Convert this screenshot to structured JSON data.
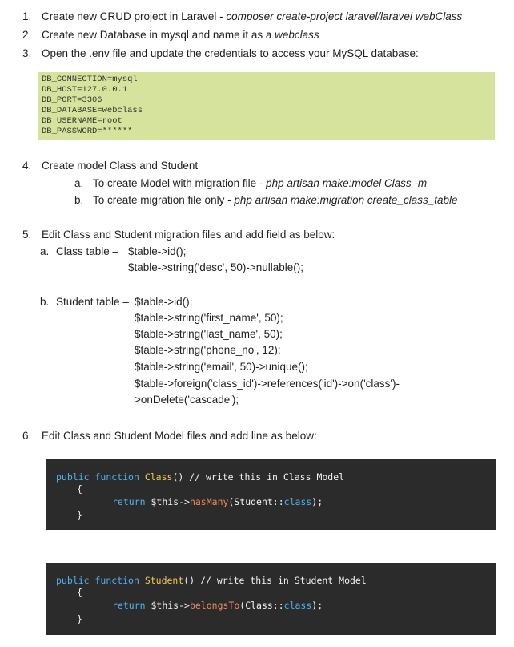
{
  "steps": [
    {
      "num": "1.",
      "text": "Create new CRUD project in Laravel - ",
      "cmd": "composer create-project laravel/laravel webClass"
    },
    {
      "num": "2.",
      "text": "Create new Database in mysql and name it as a ",
      "cmd": "webclass"
    },
    {
      "num": "3.",
      "text": "Open the .env file and update the credentials to access your MySQL database:"
    }
  ],
  "env_lines": [
    "DB_CONNECTION=mysql",
    "DB_HOST=127.0.0.1",
    "DB_PORT=3306",
    "DB_DATABASE=webclass",
    "DB_USERNAME=root",
    "DB_PASSWORD=******"
  ],
  "step4": {
    "num": "4.",
    "text": "Create model Class and Student",
    "subs": [
      {
        "label": "a.",
        "text": "To create Model with migration file - ",
        "cmd": "php artisan make:model Class -m"
      },
      {
        "label": "b.",
        "text": "To create migration file only - ",
        "cmd": "php artisan make:migration create_class_table"
      }
    ]
  },
  "step5": {
    "num": "5.",
    "text": "Edit Class and Student migration files and add field as below:",
    "class_label": "a.",
    "class_title": "Class table –",
    "class_lines": [
      "$table->id();",
      "$table->string('desc', 50)->nullable();"
    ],
    "student_label": "b.",
    "student_title": "Student table –",
    "student_lines": [
      "$table->id();",
      "$table->string('first_name', 50);",
      "$table->string('last_name', 50);",
      "$table->string('phone_no', 12);",
      "$table->string('email', 50)->unique();",
      "$table->foreign('class_id')->references('id')->on('class')-",
      ">onDelete('cascade');"
    ]
  },
  "step6": {
    "num": "6.",
    "text": "Edit Class and Student Model files and add line as below:"
  },
  "code_class": {
    "kw_public": "public",
    "kw_function": "function",
    "fn_name": "Class",
    "sig_rest": "() // write this in Class Model",
    "open": "{",
    "kw_return": "return",
    "this": "$this->",
    "method": "hasMany",
    "arg": "(Student::",
    "kw_class": "class",
    "tail": ");",
    "close": "}"
  },
  "code_student": {
    "kw_public": "public",
    "kw_function": "function",
    "fn_name": "Student",
    "sig_rest": "() // write this in Student Model",
    "open": "{",
    "kw_return": "return",
    "this": "$this->",
    "method": "belongsTo",
    "arg": "(Class::",
    "kw_class": "class",
    "tail": ");",
    "close": "}"
  }
}
